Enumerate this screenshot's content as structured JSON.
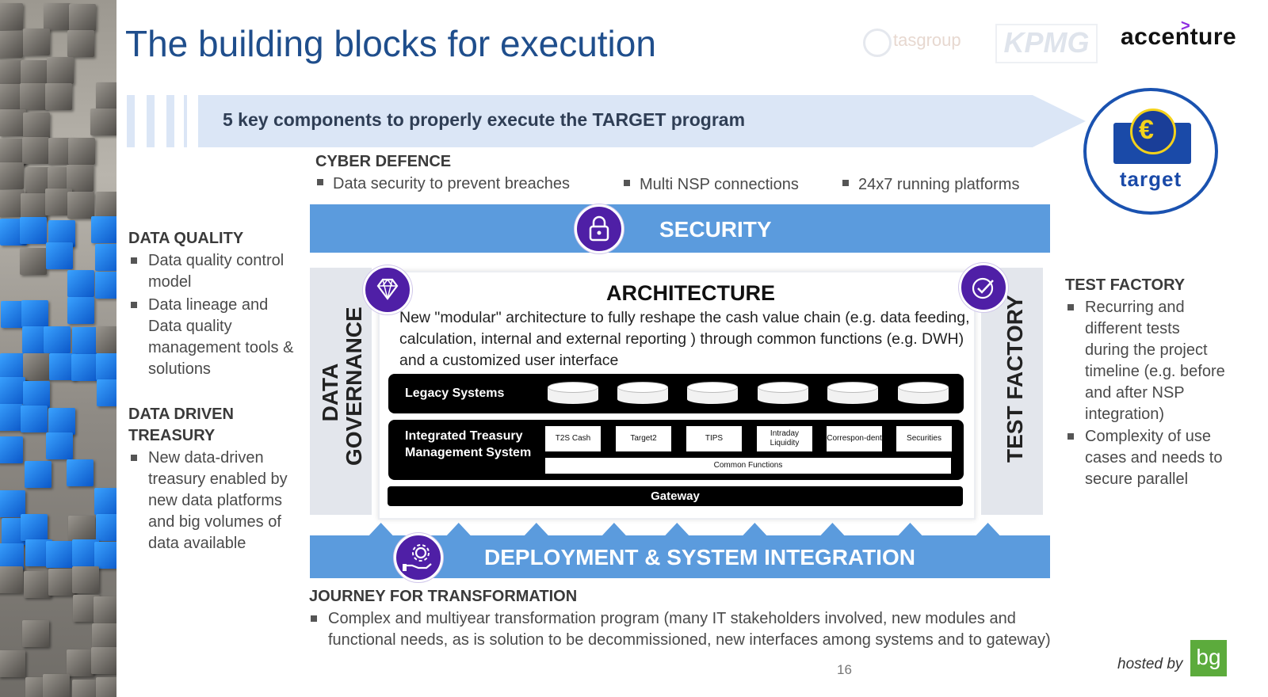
{
  "title": "The building blocks for execution",
  "logos": {
    "tas": "tasgroup",
    "kpmg": "KPMG",
    "accenture": "accenture",
    "target": "target",
    "hosted_logo": "bg"
  },
  "banner": "5 key components to properly execute the TARGET program",
  "cyber_defence": {
    "heading": "CYBER DEFENCE",
    "bullets": [
      "Data security to prevent breaches",
      "Multi NSP connections",
      "24x7 running platforms"
    ]
  },
  "data_quality": {
    "heading": "DATA QUALITY",
    "bullets": [
      "Data quality control model",
      "Data lineage and Data quality management tools & solutions"
    ]
  },
  "data_driven": {
    "heading_line1": "DATA DRIVEN",
    "heading_line2": "TREASURY",
    "bullets": [
      "New data-driven treasury enabled by new data platforms and big volumes of data available"
    ]
  },
  "test_factory_notes": {
    "heading": "TEST FACTORY",
    "bullets": [
      "Recurring and different tests during the project timeline (e.g. before and after NSP integration)",
      "Complexity of use cases and needs to secure parallel"
    ]
  },
  "security_label": "SECURITY",
  "data_governance": {
    "line1": "DATA",
    "line2": "GOVERNANCE"
  },
  "test_factory_label": "TEST FACTORY",
  "architecture": {
    "title": "ARCHITECTURE",
    "description": "New \"modular\" architecture to fully reshape the cash value chain (e.g. data feeding, calculation, internal and external reporting ) through common functions (e.g. DWH) and a customized user interface",
    "legacy_label": "Legacy Systems",
    "itms_line1": "Integrated Treasury",
    "itms_line2": "Management System",
    "modules": [
      "T2S Cash",
      "Target2",
      "TIPS",
      "Intraday Liquidity",
      "Correspon-dent",
      "Securities"
    ],
    "common_functions": "Common Functions",
    "gateway": "Gateway"
  },
  "deployment_label": "DEPLOYMENT & SYSTEM INTEGRATION",
  "journey": {
    "heading": "JOURNEY FOR TRANSFORMATION",
    "bullets": [
      "Complex and multiyear transformation program (many IT stakeholders involved, new modules and functional needs, as is solution to be decommissioned, new interfaces among systems and to gateway)"
    ]
  },
  "page_number": "16",
  "hosted_by": "hosted by",
  "colors": {
    "band_blue": "#5b9bdd",
    "title_blue": "#1f4e8c",
    "badge_purple": "#4f1fa6",
    "banner_fill": "#dbe6f6"
  },
  "icons": [
    "lock-icon",
    "diamond-icon",
    "check-icon",
    "gear-hand-icon",
    "database-icon"
  ]
}
